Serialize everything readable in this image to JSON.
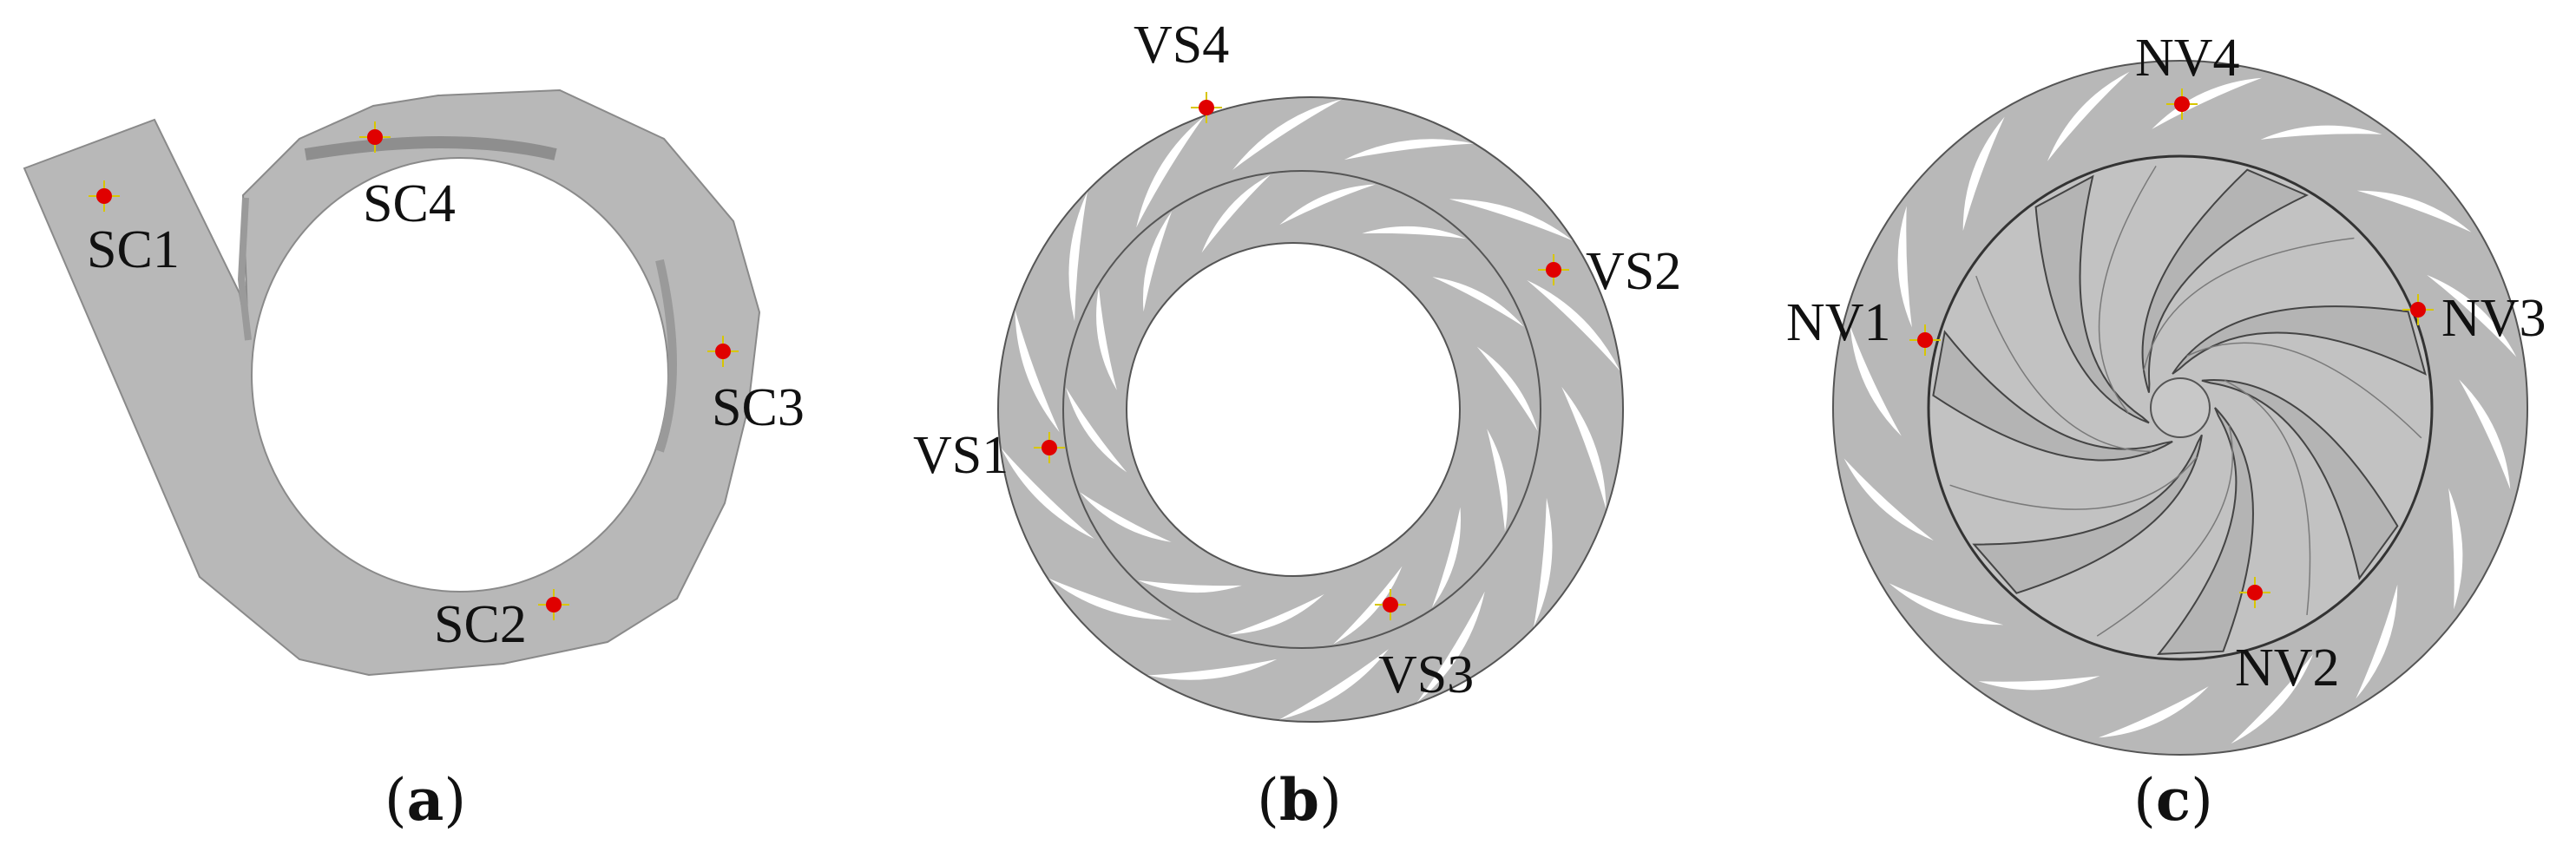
{
  "colors": {
    "part_fill": "#b8b8b8",
    "part_edge": "#555555",
    "monitor_point": "#e00000",
    "crosshair": "#d8c600",
    "background": "#ffffff"
  },
  "panels": [
    {
      "id": "a",
      "caption_open": "(",
      "caption_letter": "a",
      "caption_close": ")",
      "part": "volute",
      "points": [
        "SC1",
        "SC2",
        "SC3",
        "SC4"
      ]
    },
    {
      "id": "b",
      "caption_open": "(",
      "caption_letter": "b",
      "caption_close": ")",
      "part": "vaned-diffuser",
      "points": [
        "VS1",
        "VS2",
        "VS3",
        "VS4"
      ]
    },
    {
      "id": "c",
      "caption_open": "(",
      "caption_letter": "c",
      "caption_close": ")",
      "part": "impeller-with-diffuser",
      "points": [
        "NV1",
        "NV2",
        "NV3",
        "NV4"
      ]
    }
  ]
}
